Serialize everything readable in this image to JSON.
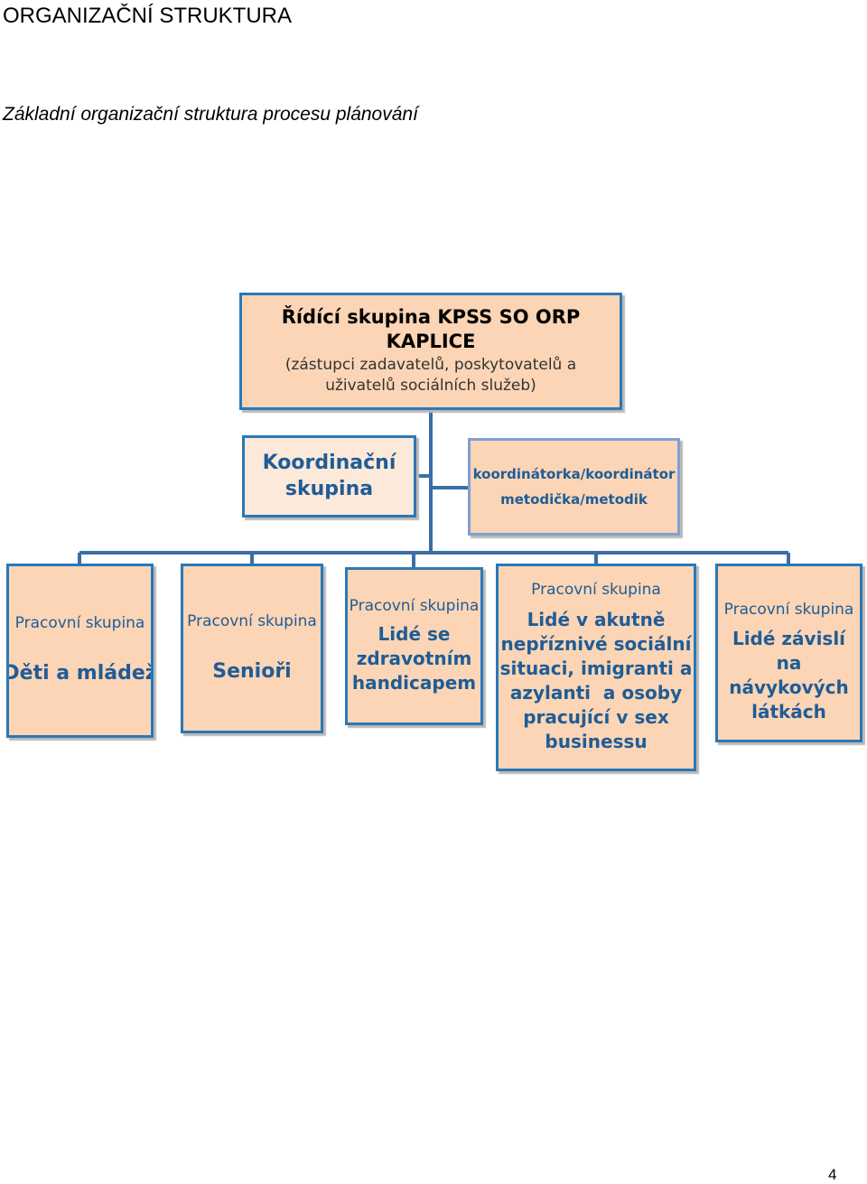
{
  "document": {
    "title": "ORGANIZAČNÍ STRUKTURA",
    "subtitle": "Základní organizační struktura procesu plánování",
    "page_number": "4"
  },
  "org_chart": {
    "steering_group": {
      "title": "Řídící skupina KPSS SO ORP KAPLICE",
      "line1": "(zástupci zadavatelů, poskytovatelů a",
      "line2": "uživatelů sociálních služeb)"
    },
    "coordination_group": {
      "line1": "Koordinační",
      "line2": "skupina"
    },
    "coordinator_roles": {
      "line1": "koordinátorka/koordinátor",
      "line2": "metodička/metodik"
    },
    "working_groups": [
      {
        "label": "Pracovní skupina",
        "name": "Děti a mládež"
      },
      {
        "label": "Pracovní skupina",
        "name": "Senioři"
      },
      {
        "label": "Pracovní skupina",
        "name_lines": [
          "Lidé se",
          "zdravotním",
          "handicapem"
        ]
      },
      {
        "label": "Pracovní skupina",
        "name_lines": [
          "Lidé v akutně",
          "nepříznivé sociální",
          "situaci, imigranti a",
          "azylanti  a osoby",
          "pracující v sex",
          "businessu"
        ]
      },
      {
        "label": "Pracovní skupina",
        "name_lines": [
          "Lidé závislí na",
          "návykových",
          "látkách"
        ]
      }
    ],
    "colors": {
      "box_fill": "#fbd5b5",
      "box_border": "#2a78b6",
      "connector": "#3a6ea5",
      "text_blue": "#1f5c96"
    }
  }
}
